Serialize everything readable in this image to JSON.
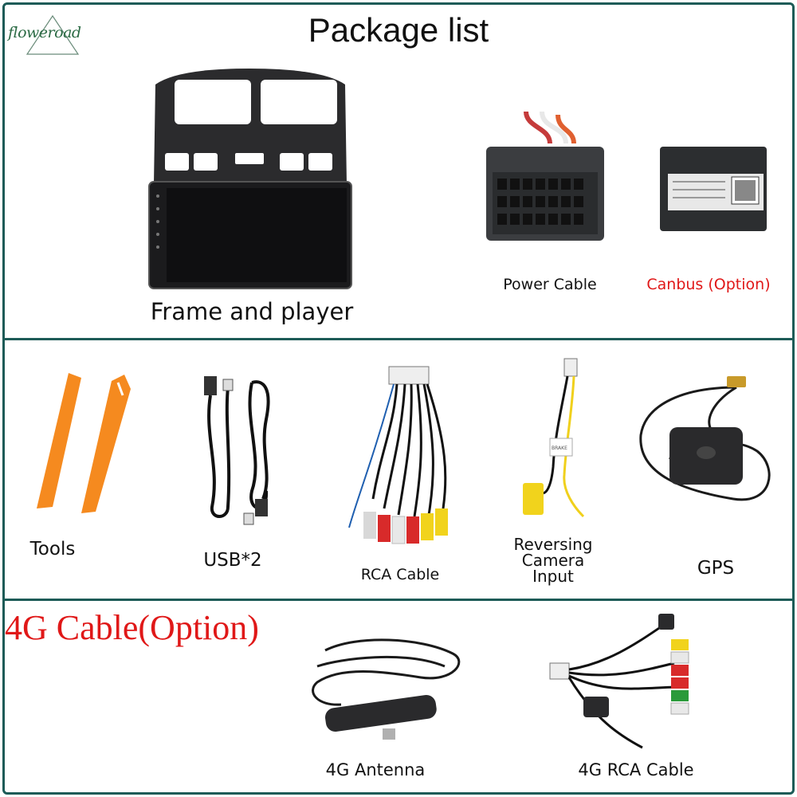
{
  "brand": {
    "logo_text": "floweroad"
  },
  "header": {
    "title": "Package list"
  },
  "colors": {
    "border": "#1d5b57",
    "option_red": "#e01818",
    "tool_orange": "#f58a1f"
  },
  "items": {
    "frame_player": "Frame and player",
    "power_cable": "Power Cable",
    "canbus": "Canbus (Option)",
    "tools": "Tools",
    "usb": "USB*2",
    "rca_cable": "RCA Cable",
    "reversing_l1": "Reversing",
    "reversing_l2": "Camera",
    "reversing_l3": "Input",
    "gps": "GPS",
    "antenna_4g": "4G Antenna",
    "rca_4g": "4G RCA Cable"
  },
  "section3": {
    "heading": "4G Cable(Option)"
  },
  "image_text": {
    "brake_tag": "BRAKE"
  }
}
